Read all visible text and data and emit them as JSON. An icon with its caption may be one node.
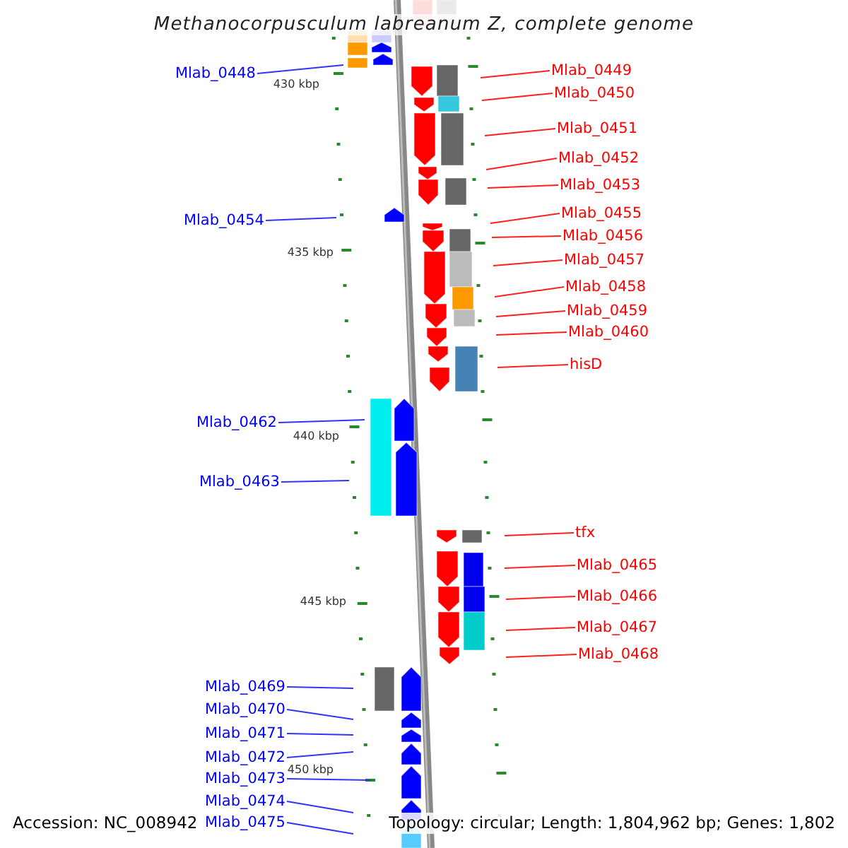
{
  "diagram": {
    "title": "Methanocorpusculum labreanum Z, complete genome",
    "nodes": [
      {
        "text": [
          "Mlab_0448"
        ]
      },
      {
        "text": [
          "Mlab_0449"
        ]
      },
      {
        "text": [
          "Mlab_0450"
        ]
      },
      {
        "text": [
          "Mlab_0451"
        ]
      },
      {
        "text": [
          "Mlab_0452"
        ]
      },
      {
        "text": [
          "Mlab_0453"
        ]
      },
      {
        "text": [
          "Mlab_0454"
        ]
      },
      {
        "text": [
          "Mlab_0455"
        ]
      },
      {
        "text": [
          "Mlab_0456"
        ]
      },
      {
        "text": [
          "Mlab_0457"
        ]
      },
      {
        "text": [
          "Mlab_0458"
        ]
      },
      {
        "text": [
          "Mlab_0459"
        ]
      },
      {
        "text": [
          "Mlab_0460"
        ]
      },
      {
        "text": [
          "hisD"
        ]
      },
      {
        "text": [
          "Mlab_0462"
        ]
      },
      {
        "text": [
          "Mlab_0463"
        ]
      },
      {
        "text": [
          "tfx"
        ]
      },
      {
        "text": [
          "Mlab_0465"
        ]
      },
      {
        "text": [
          "Mlab_0466"
        ]
      },
      {
        "text": [
          "Mlab_0467"
        ]
      },
      {
        "text": [
          "Mlab_0468"
        ]
      },
      {
        "text": [
          "Mlab_0469"
        ]
      },
      {
        "text": [
          "Mlab_0470"
        ]
      },
      {
        "text": [
          "Mlab_0471"
        ]
      },
      {
        "text": [
          "Mlab_0472"
        ]
      },
      {
        "text": [
          "Mlab_0473"
        ]
      },
      {
        "text": [
          "Mlab_0474"
        ]
      },
      {
        "text": [
          "Mlab_0475"
        ]
      }
    ],
    "edges": [
      {
        "from": 0,
        "to": null,
        "arrow": "none",
        "color": "#3333ff"
      },
      {
        "from": 1,
        "to": null,
        "arrow": "none"
      },
      {
        "from": 2,
        "to": null,
        "arrow": "none"
      },
      {
        "from": 3,
        "to": null,
        "arrow": "none"
      },
      {
        "from": 4,
        "to": null,
        "arrow": "none"
      },
      {
        "from": 5,
        "to": null,
        "arrow": "none"
      },
      {
        "from": 6,
        "to": null,
        "arrow": "none",
        "color": "#3333ff"
      },
      {
        "from": 7,
        "to": null,
        "arrow": "none"
      },
      {
        "from": 8,
        "to": null,
        "arrow": "none"
      },
      {
        "from": 9,
        "to": null,
        "arrow": "none"
      },
      {
        "from": 10,
        "to": null,
        "arrow": "none"
      },
      {
        "from": 11,
        "to": null,
        "arrow": "none"
      },
      {
        "from": 12,
        "to": null,
        "arrow": "none"
      },
      {
        "from": 13,
        "to": null,
        "arrow": "none"
      },
      {
        "from": 14,
        "to": null,
        "arrow": "none",
        "color": "#3333ff"
      },
      {
        "from": 15,
        "to": null,
        "arrow": "none",
        "color": "#3333ff"
      },
      {
        "from": 16,
        "to": null,
        "arrow": "none"
      },
      {
        "from": 17,
        "to": null,
        "arrow": "none"
      },
      {
        "from": 18,
        "to": null,
        "arrow": "none"
      },
      {
        "from": 19,
        "to": null,
        "arrow": "none"
      },
      {
        "from": 20,
        "to": null,
        "arrow": "none"
      },
      {
        "from": 21,
        "to": null,
        "arrow": "none",
        "color": "#3333ff"
      },
      {
        "from": 22,
        "to": null,
        "arrow": "none",
        "color": "#3333ff"
      },
      {
        "from": 23,
        "to": null,
        "arrow": "none",
        "color": "#3333ff"
      },
      {
        "from": 24,
        "to": null,
        "arrow": "none",
        "color": "#3333ff"
      },
      {
        "from": 25,
        "to": null,
        "arrow": "none",
        "color": "#3333ff"
      },
      {
        "from": 26,
        "to": null,
        "arrow": "none",
        "color": "#3333ff"
      },
      {
        "from": 27,
        "to": null,
        "arrow": "none",
        "color": "#3333ff"
      }
    ],
    "labels": [
      "430 kbp",
      "435 kbp",
      "440 kbp",
      "445 kbp",
      "450 kbp",
      "Accession: NC_008942",
      "Topology: circular; Length: 1,804,962 bp; Genes: 1,802"
    ]
  }
}
